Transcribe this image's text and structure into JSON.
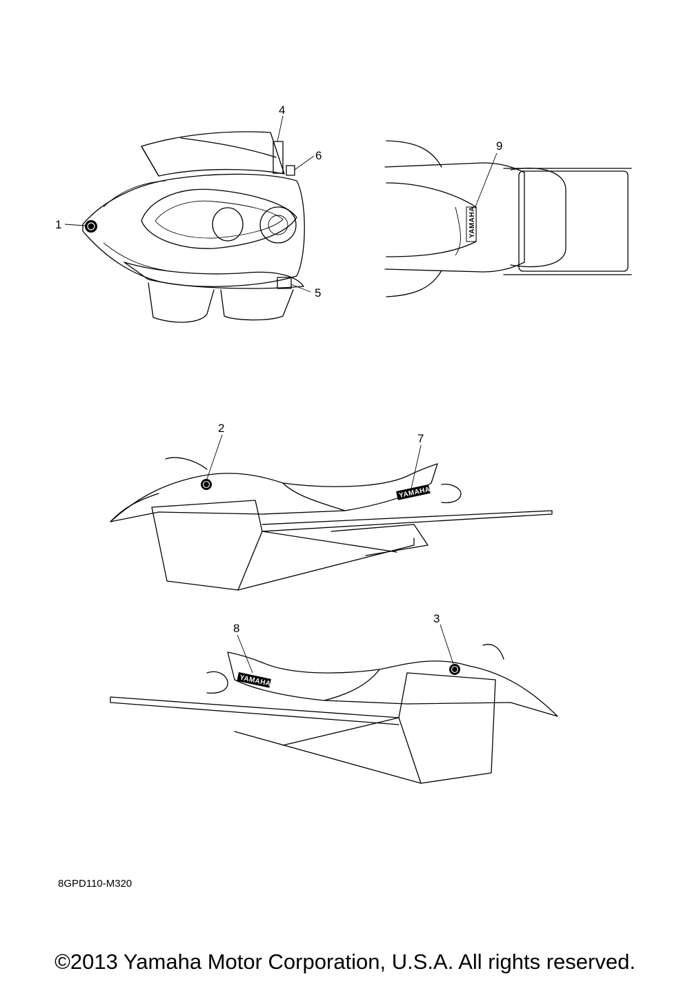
{
  "diagram_code": "8GPD110-M320",
  "copyright": "©2013 Yamaha Motor Corporation, U.S.A. All rights reserved.",
  "callouts": [
    "1",
    "2",
    "3",
    "4",
    "5",
    "6",
    "7",
    "8",
    "9"
  ],
  "emblem_text": "YAMAHA"
}
